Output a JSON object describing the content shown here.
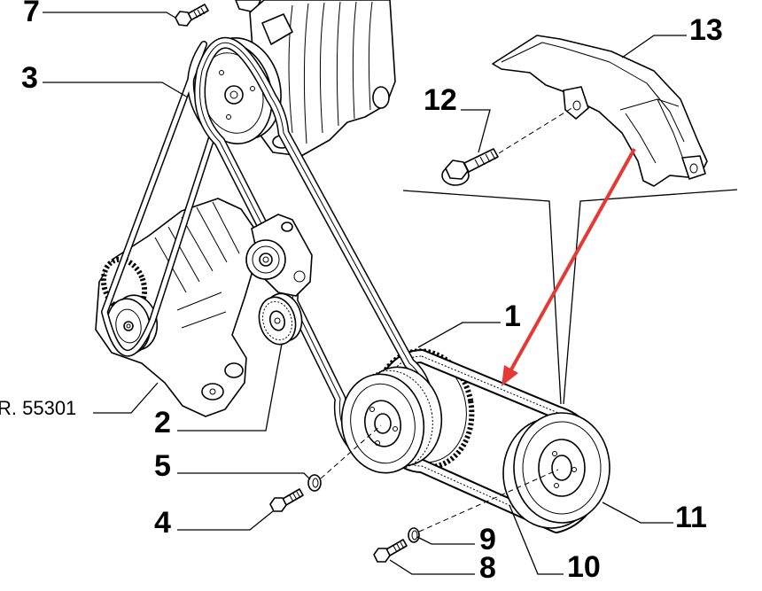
{
  "callouts": [
    "7",
    "3",
    "12",
    "13",
    "1",
    "2",
    "5",
    "4",
    "9",
    "8",
    "10",
    "11"
  ],
  "reference_label": "R. 55301",
  "colors": {
    "arrow": "#e53935",
    "background": "#ffffff"
  }
}
